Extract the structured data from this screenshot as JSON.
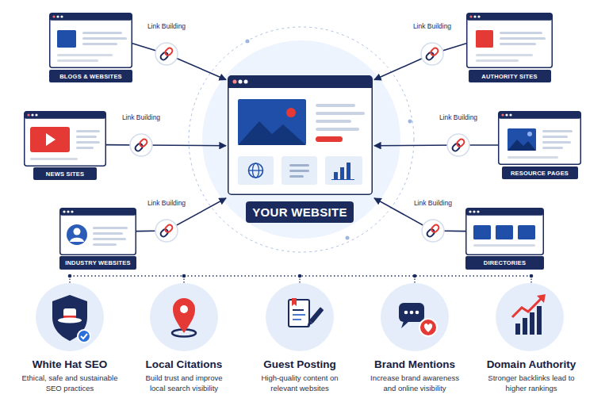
{
  "diagram": {
    "nodes": [
      {
        "text": [
          "BLOGS & WEBSITES"
        ]
      },
      {
        "text": [
          "AUTHORITY SITES"
        ]
      },
      {
        "text": [
          "NEWS SITES"
        ]
      },
      {
        "text": [
          "RESOURCE PAGES"
        ]
      },
      {
        "text": [
          "INDUSTRY WEBSITES"
        ]
      },
      {
        "text": [
          "DIRECTORIES"
        ]
      },
      {
        "text": [
          "YOUR WEBSITE"
        ]
      },
      {
        "text": [
          "White Hat SEO",
          "Ethical, safe and sustainable SEO practices"
        ]
      },
      {
        "text": [
          "Local Citations",
          "Build trust and improve local search visibility"
        ]
      },
      {
        "text": [
          "Guest Posting",
          "High-quality content on relevant websites"
        ]
      },
      {
        "text": [
          "Brand Mentions",
          "Increase brand awareness and online visibility"
        ]
      },
      {
        "text": [
          "Domain Authority",
          "Stronger backlinks lead to higher rankings"
        ]
      }
    ],
    "edges": [
      {
        "from": 0,
        "to": 6,
        "label": "Link Building",
        "arrow": "to"
      },
      {
        "from": 1,
        "to": 6,
        "label": "Link Building",
        "arrow": "to"
      },
      {
        "from": 2,
        "to": 6,
        "label": "Link Building",
        "arrow": "to"
      },
      {
        "from": 3,
        "to": 6,
        "label": "Link Building",
        "arrow": "to"
      },
      {
        "from": 4,
        "to": 6,
        "label": "Link Building",
        "arrow": "to"
      },
      {
        "from": 5,
        "to": 6,
        "label": "Link Building",
        "arrow": "to"
      }
    ]
  }
}
